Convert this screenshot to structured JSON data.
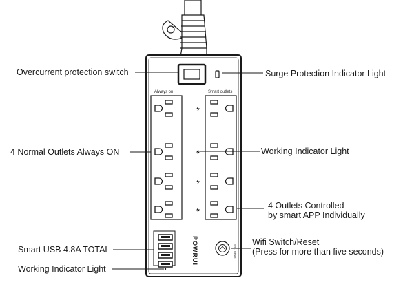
{
  "callouts": {
    "overcurrent_switch": "Overcurrent protection switch",
    "surge_indicator": "Surge Protection Indicator Light",
    "normal_outlets": "4  Normal Outlets Always ON",
    "working_indicator_outlets": "Working Indicator Light",
    "smart_outlets_line1": "4 Outlets Controlled",
    "smart_outlets_line2": "by smart APP Individually",
    "usb": "Smart USB 4.8A TOTAL",
    "wifi_line1": "Wifi Switch/Reset",
    "wifi_line2": "(Press for more than five seconds)",
    "working_indicator_usb": "Working Indicator Light"
  },
  "device_labels": {
    "always_on": "Always on",
    "smart_outlets": "Smart outlets",
    "brand": "POWRUI",
    "wifi_small": "Wifi / Reset"
  },
  "colors": {
    "line": "#1a1a1a",
    "device_fill": "#ffffff"
  }
}
